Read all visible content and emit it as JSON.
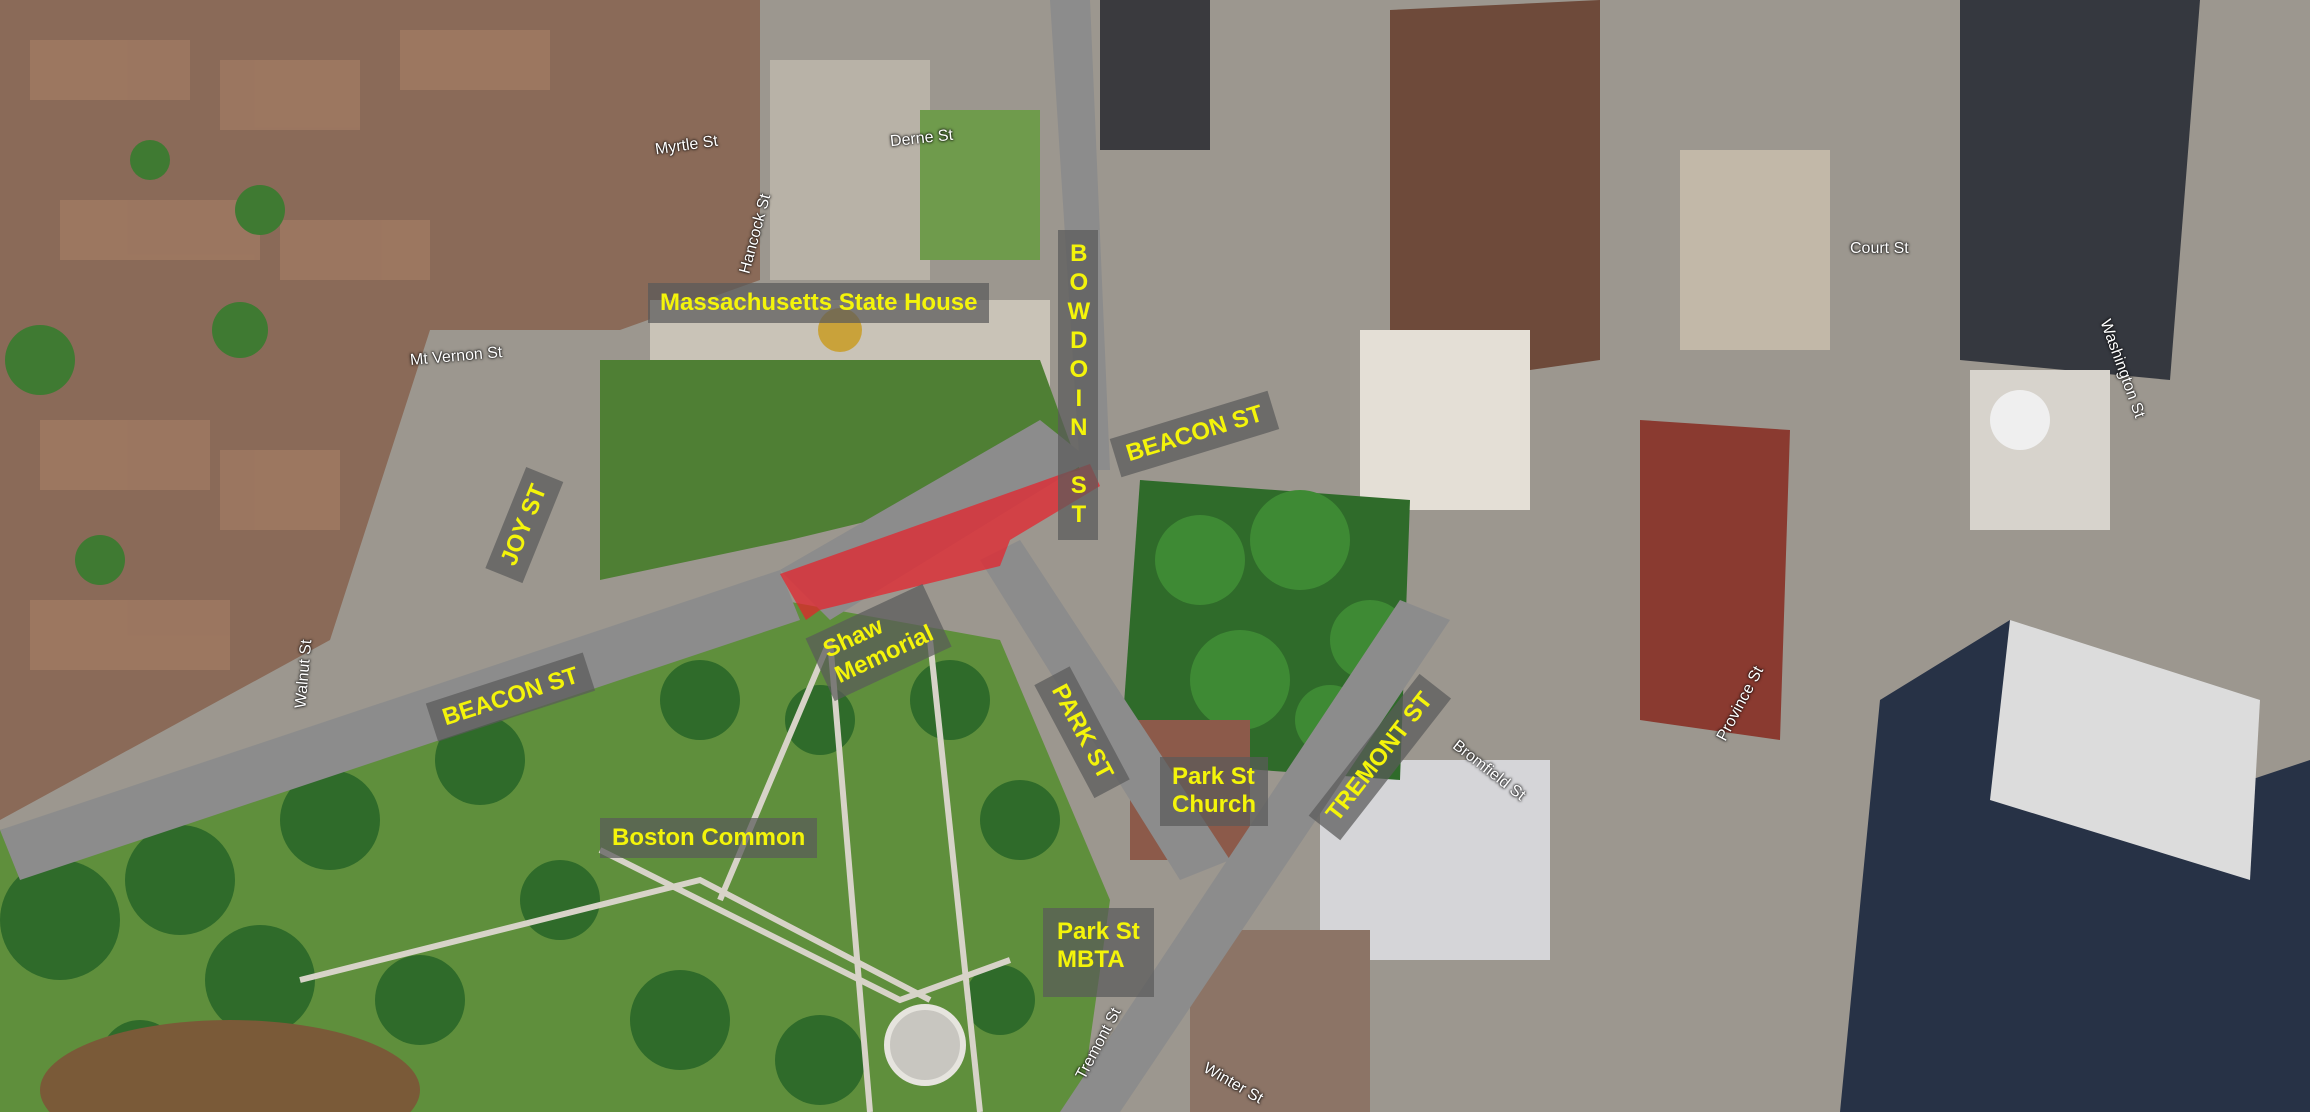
{
  "map": {
    "colors": {
      "label_text": "#f4f40a",
      "label_bg": "rgba(90,90,90,0.72)",
      "highlight": "#e8202a",
      "grass": "#5f8f3c",
      "trees": "#2f6b2a",
      "road": "#8c8c8c",
      "buildings": "#a8a39c"
    },
    "labels": {
      "state_house": "Massachusetts State House",
      "bowdoin_st": "BOWDOIN ST",
      "beacon_st_east": "BEACON ST",
      "joy_st": "JOY ST",
      "shaw_memorial": "Shaw\nMemorial",
      "beacon_st_west": "BEACON ST",
      "park_st": "PARK ST",
      "park_st_church": "Park St\nChurch",
      "tremont_st_label": "TREMONT ST",
      "boston_common": "Boston Common",
      "park_st_mbta": "Park St\nMBTA"
    },
    "streets": {
      "mt_vernon": "Mt Vernon St",
      "myrtle": "Myrtle St",
      "derne": "Derne St",
      "hancock": "Hancock St",
      "walnut": "Walnut St",
      "bromfield": "Bromfield St",
      "province": "Province St",
      "washington": "Washington St",
      "court": "Court St",
      "tremont_bottom": "Tremont St",
      "winter": "Winter St"
    }
  }
}
